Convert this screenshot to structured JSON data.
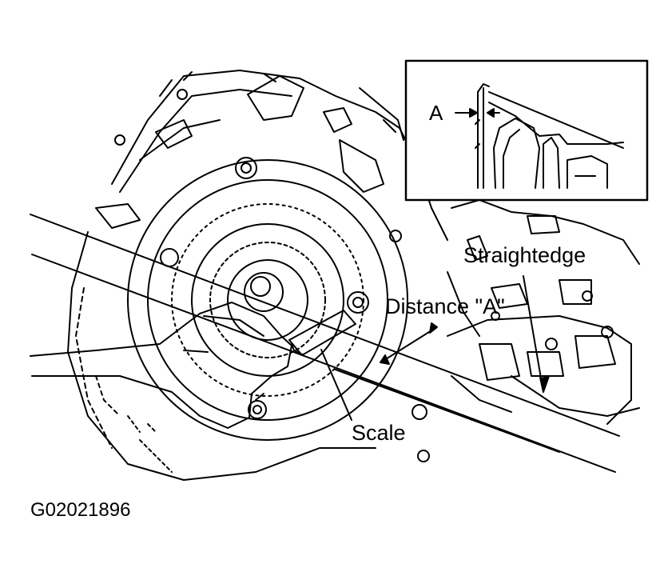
{
  "diagram": {
    "labels": {
      "inset_marker": "A",
      "straightedge": "Straightedge",
      "distance_a": "Distance \"A\"",
      "scale": "Scale"
    },
    "figure_id": "G02021896"
  }
}
